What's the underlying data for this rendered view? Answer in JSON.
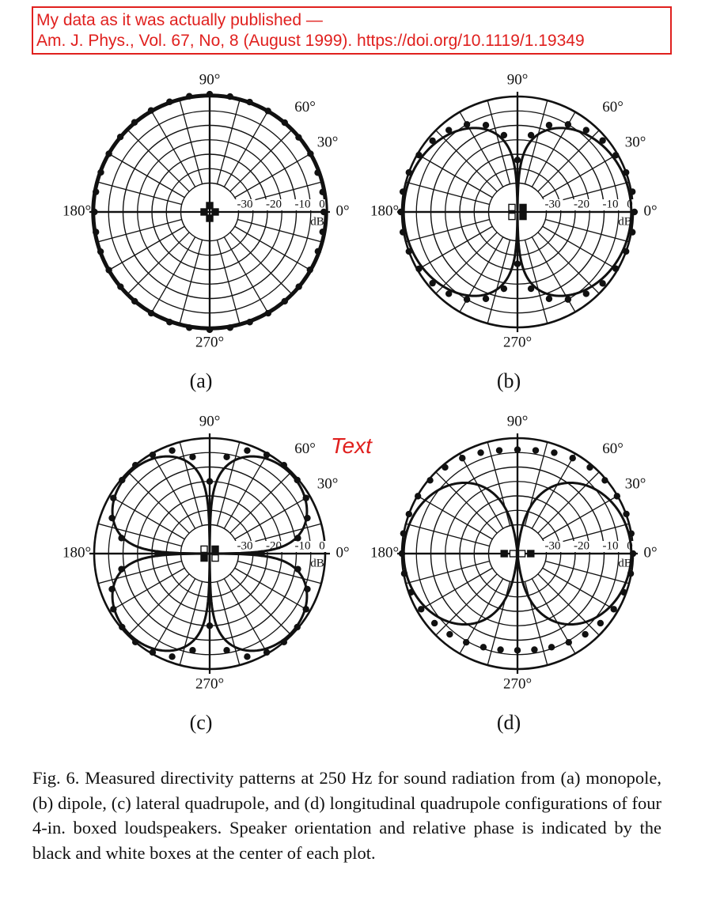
{
  "note": {
    "line1": "My data as it was actually published —",
    "line2": "Am. J. Phys., Vol. 67, No, 8 (August 1999). https://doi.org/10.1119/1.19349"
  },
  "overlay_text": "Text",
  "caption": "Fig. 6. Measured directivity patterns at 250 Hz for sound radiation from (a) monopole, (b) dipole, (c) lateral quadrupole, and (d) longitudinal quadrupole configurations of four 4-in. boxed loudspeakers. Speaker orientation and relative phase is indicated by the black and white boxes at the center of each plot.",
  "colors": {
    "annotation": "#e0201e",
    "ink": "#111111"
  },
  "chart_data": [
    {
      "type": "polar",
      "panel_label": "(a)",
      "angle_labels": [
        "0°",
        "30°",
        "60°",
        "90°",
        "180°",
        "270°"
      ],
      "radial_labels": [
        "-30",
        "-20",
        "-10",
        "0"
      ],
      "radial_unit": "dB",
      "rlim": [
        -40,
        0
      ],
      "speakers": [
        {
          "x": -0.5,
          "y": 0,
          "fill": "black"
        },
        {
          "x": 0,
          "y": 0.5,
          "fill": "black"
        },
        {
          "x": 0.5,
          "y": 0,
          "fill": "black"
        },
        {
          "x": 0,
          "y": -0.5,
          "fill": "black"
        }
      ],
      "pattern": "monopole",
      "measured": {
        "theta_deg": [
          0,
          10,
          20,
          30,
          40,
          50,
          60,
          70,
          80,
          90,
          100,
          110,
          120,
          130,
          140,
          150,
          160,
          170,
          180,
          190,
          200,
          210,
          220,
          230,
          240,
          250,
          260,
          270,
          280,
          290,
          300,
          310,
          320,
          330,
          340,
          350
        ],
        "db": [
          -0.5,
          -0.3,
          -0.2,
          0.3,
          0.2,
          0.4,
          0.4,
          0.5,
          0.6,
          0.8,
          0.7,
          0.6,
          0.6,
          0.5,
          0.4,
          0.3,
          0.1,
          0,
          -0.1,
          0,
          0.2,
          0.3,
          0.3,
          0.4,
          0.5,
          0.6,
          0.7,
          0.8,
          0.7,
          0.6,
          0.5,
          0.4,
          0.3,
          0.1,
          -0.1,
          -0.3
        ]
      }
    },
    {
      "type": "polar",
      "panel_label": "(b)",
      "angle_labels": [
        "0°",
        "30°",
        "60°",
        "90°",
        "180°",
        "270°"
      ],
      "radial_labels": [
        "-30",
        "-20",
        "-10",
        "0"
      ],
      "radial_unit": "dB",
      "rlim": [
        -40,
        0
      ],
      "speakers": [
        {
          "x": -0.5,
          "y": 0.35,
          "fill": "white"
        },
        {
          "x": 0.5,
          "y": 0.35,
          "fill": "black"
        },
        {
          "x": -0.5,
          "y": -0.35,
          "fill": "white"
        },
        {
          "x": 0.5,
          "y": -0.35,
          "fill": "black"
        }
      ],
      "pattern": "dipole",
      "measured": {
        "theta_deg": [
          0,
          10,
          20,
          30,
          40,
          50,
          60,
          70,
          80,
          90,
          100,
          110,
          120,
          130,
          140,
          150,
          160,
          170,
          180,
          190,
          200,
          210,
          220,
          230,
          240,
          250,
          260,
          270,
          280,
          290,
          300,
          310,
          320,
          330,
          340,
          350
        ],
        "db": [
          0.5,
          0.4,
          0,
          -0.7,
          -1.5,
          -3,
          -5,
          -8,
          -13,
          -22,
          -13,
          -8,
          -5,
          -3,
          -1.6,
          -0.6,
          0,
          0.3,
          0.4,
          0.3,
          0,
          -0.6,
          -1.6,
          -3,
          -5,
          -8,
          -13,
          -22,
          -13,
          -8,
          -5,
          -3,
          -1.5,
          -0.7,
          0,
          0.4
        ]
      }
    },
    {
      "type": "polar",
      "panel_label": "(c)",
      "angle_labels": [
        "0°",
        "30°",
        "60°",
        "90°",
        "180°",
        "270°"
      ],
      "radial_labels": [
        "-30",
        "-20",
        "-10",
        "0"
      ],
      "radial_unit": "dB",
      "rlim": [
        -40,
        0
      ],
      "speakers": [
        {
          "x": -0.5,
          "y": 0.35,
          "fill": "white"
        },
        {
          "x": 0.5,
          "y": 0.35,
          "fill": "black"
        },
        {
          "x": -0.5,
          "y": -0.35,
          "fill": "black"
        },
        {
          "x": 0.5,
          "y": -0.35,
          "fill": "white"
        }
      ],
      "pattern": "lateral-quadrupole",
      "measured": {
        "theta_deg": [
          0,
          10,
          20,
          30,
          40,
          50,
          60,
          70,
          80,
          90,
          100,
          110,
          120,
          130,
          140,
          150,
          160,
          170,
          180,
          190,
          200,
          210,
          220,
          230,
          240,
          250,
          260,
          270,
          280,
          290,
          300,
          310,
          320,
          330,
          340,
          350
        ],
        "db": [
          -22,
          -9,
          -4,
          -1.5,
          -0.4,
          0,
          -0.5,
          -2,
          -6,
          -15,
          -6,
          -2,
          -0.5,
          0,
          -0.4,
          -1.5,
          -4,
          -9,
          -22,
          -9,
          -4,
          -1.5,
          -0.4,
          0,
          -0.5,
          -2,
          -6,
          -15,
          -6,
          -2,
          -0.5,
          0,
          -0.4,
          -1.5,
          -4,
          -9
        ]
      }
    },
    {
      "type": "polar",
      "panel_label": "(d)",
      "angle_labels": [
        "0°",
        "30°",
        "60°",
        "90°",
        "180°",
        "270°"
      ],
      "radial_labels": [
        "-30",
        "-20",
        "-10",
        "0"
      ],
      "radial_unit": "dB",
      "rlim": [
        -40,
        0
      ],
      "speakers": [
        {
          "x": -1.2,
          "y": 0,
          "fill": "black"
        },
        {
          "x": -0.4,
          "y": 0,
          "fill": "white"
        },
        {
          "x": 0.4,
          "y": 0,
          "fill": "white"
        },
        {
          "x": 1.2,
          "y": 0,
          "fill": "black"
        }
      ],
      "pattern": "longitudinal-quadrupole",
      "measured": {
        "theta_deg": [
          0,
          10,
          20,
          30,
          40,
          50,
          60,
          70,
          80,
          90,
          100,
          110,
          120,
          130,
          140,
          150,
          160,
          170,
          180,
          190,
          200,
          210,
          220,
          230,
          240,
          250,
          260,
          270,
          280,
          290,
          300,
          310,
          320,
          330,
          340,
          350
        ],
        "db": [
          0,
          0,
          0.1,
          -0.2,
          -0.5,
          -1,
          -1.8,
          -2.8,
          -3.7,
          -4,
          -3.7,
          -2.8,
          -1.8,
          -1,
          -0.5,
          -0.2,
          0,
          0.1,
          0,
          -0.2,
          -0.8,
          -1.5,
          -2.5,
          -3.5,
          -4.5,
          -5.5,
          -6.2,
          -6.5,
          -6.2,
          -5.5,
          -4.5,
          -3.5,
          -2.5,
          -1.5,
          -0.8,
          -0.2
        ]
      }
    }
  ]
}
